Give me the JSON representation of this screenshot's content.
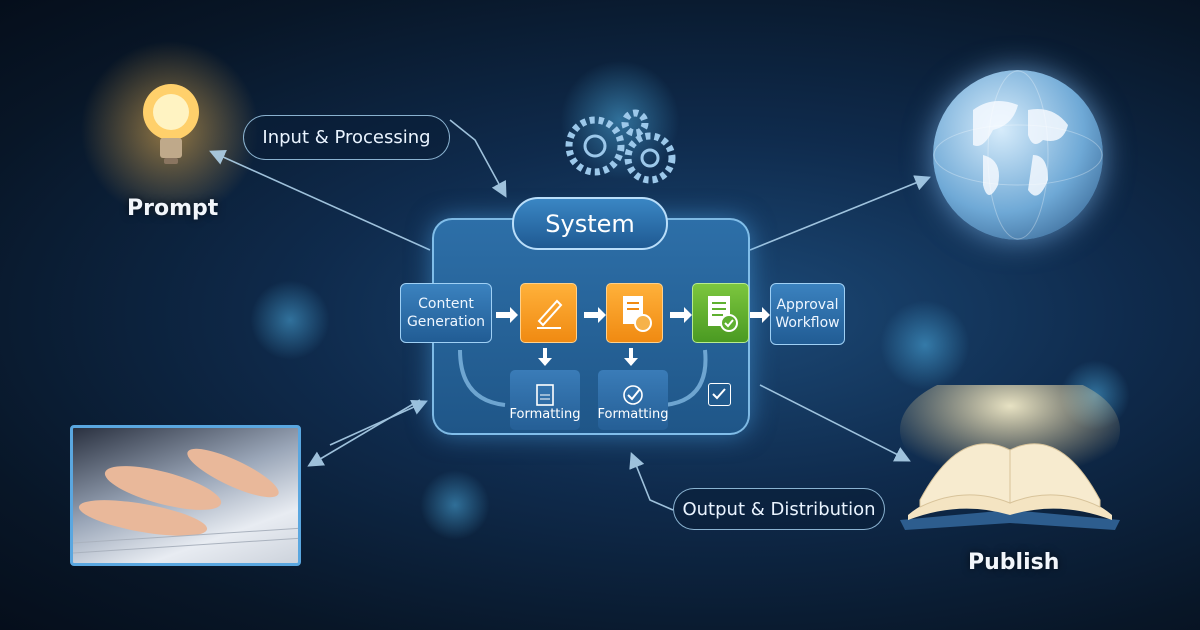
{
  "nodes": {
    "prompt": "Prompt",
    "input_processing": "Input & Processing",
    "system": "System",
    "content_generation": "Content Generation",
    "approval_workflow": "Approval Workflow",
    "formatting_1": "Formatting",
    "formatting_2": "Formatting",
    "output_distribution": "Output & Distribution",
    "publish": "Publish"
  },
  "icons": [
    "lightbulb-icon",
    "gears-icon",
    "pen-icon",
    "document-icon",
    "approved-document-icon",
    "checkbox-icon",
    "globe-icon",
    "book-icon",
    "keyboard-photo"
  ],
  "colors": {
    "background": "#0f2b4d",
    "system": "#2d6fa8",
    "orange": "#f59a1f",
    "green": "#5fb030"
  }
}
